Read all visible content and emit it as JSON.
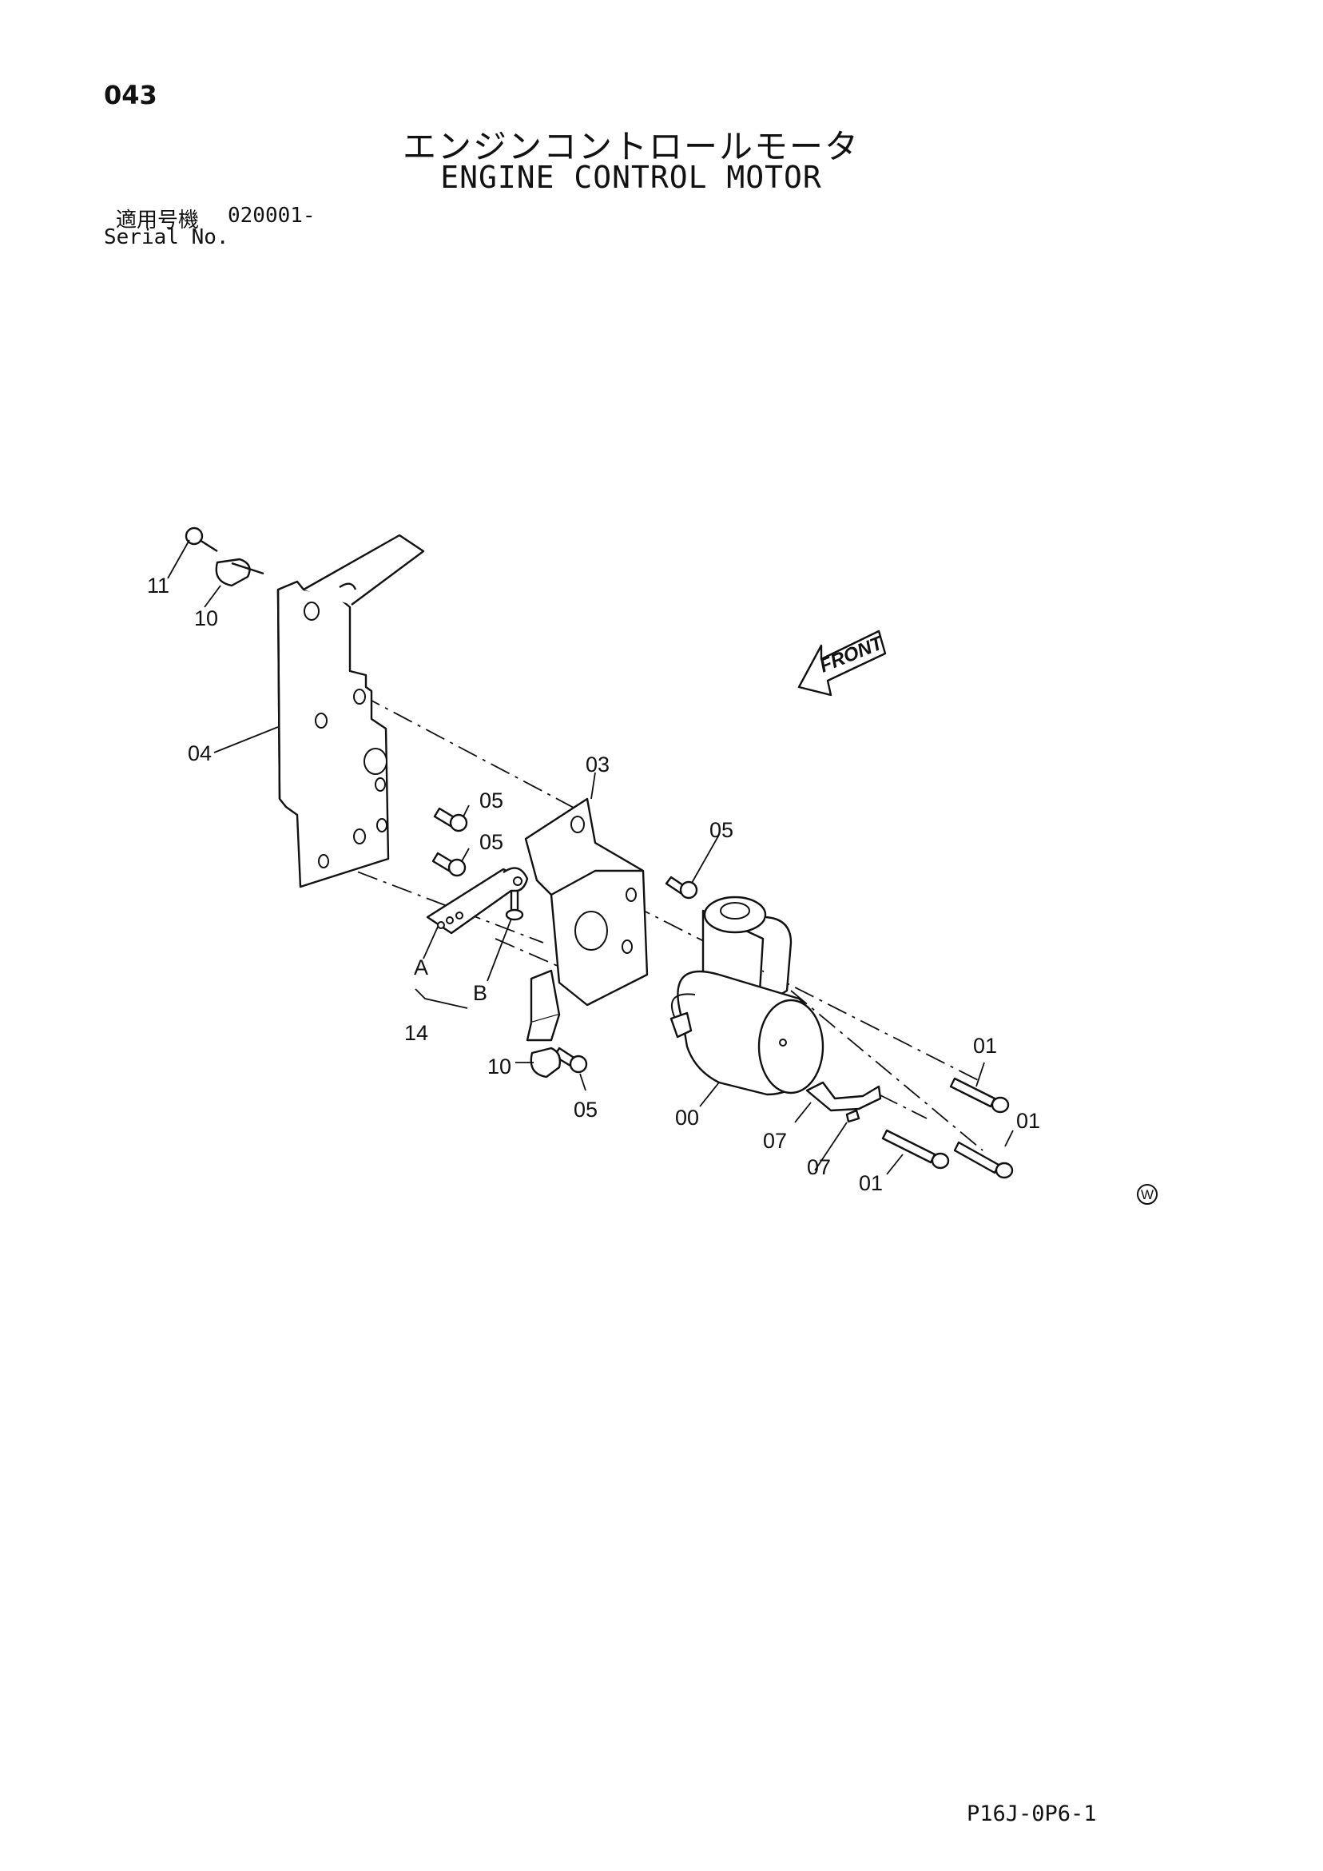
{
  "page": {
    "number": "043",
    "title_jp": "エンジンコントロールモータ",
    "title_en": "ENGINE CONTROL MOTOR",
    "serial_label_jp": "適用号機",
    "serial_range": "020001-",
    "serial_label_en": "Serial No.",
    "footer_code": "P16J-0P6-1"
  },
  "diagram": {
    "front_label": "FRONT",
    "watermark_symbol": "W",
    "callouts": [
      {
        "id": "callout-11",
        "label": "11",
        "part": "bolt"
      },
      {
        "id": "callout-10-top",
        "label": "10",
        "part": "clamp"
      },
      {
        "id": "callout-04",
        "label": "04",
        "part": "bracket plate"
      },
      {
        "id": "callout-03",
        "label": "03",
        "part": "motor bracket"
      },
      {
        "id": "callout-05-a",
        "label": "05",
        "part": "bolt"
      },
      {
        "id": "callout-05-b",
        "label": "05",
        "part": "bolt"
      },
      {
        "id": "callout-05-c",
        "label": "05",
        "part": "bolt"
      },
      {
        "id": "callout-05-d",
        "label": "05",
        "part": "bolt"
      },
      {
        "id": "callout-a",
        "label": "A",
        "part": "link lever"
      },
      {
        "id": "callout-b",
        "label": "B",
        "part": "pin"
      },
      {
        "id": "callout-14",
        "label": "14",
        "part": "link assembly"
      },
      {
        "id": "callout-10-bottom",
        "label": "10",
        "part": "clamp"
      },
      {
        "id": "callout-00",
        "label": "00",
        "part": "engine control motor"
      },
      {
        "id": "callout-07-a",
        "label": "07",
        "part": "bracket clip"
      },
      {
        "id": "callout-07-b",
        "label": "07",
        "part": "bracket clip"
      },
      {
        "id": "callout-01-a",
        "label": "01",
        "part": "screw"
      },
      {
        "id": "callout-01-b",
        "label": "01",
        "part": "screw"
      },
      {
        "id": "callout-01-c",
        "label": "01",
        "part": "screw"
      }
    ]
  }
}
